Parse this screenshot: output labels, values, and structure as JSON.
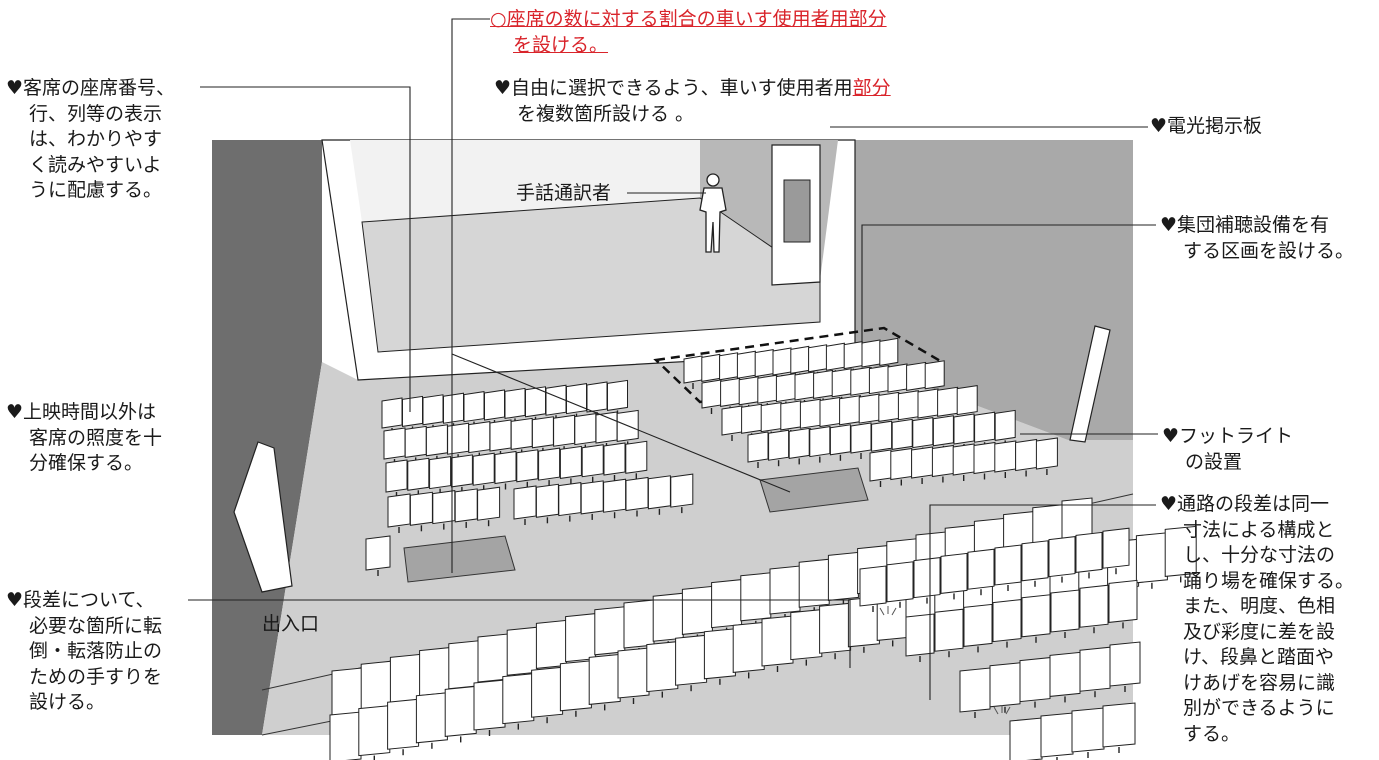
{
  "annotations": {
    "red_note": {
      "line1": "○座席の数に対する割合の車いす使用者用部分",
      "line2": "を設ける。"
    },
    "free_choice": {
      "line1_a": "♥自由に選択できるよう、車いす使用者用",
      "line1_b": "部分",
      "line2": "を複数箇所設ける 。"
    },
    "signage": {
      "lines": [
        "♥客席の座席番号、",
        "行、列等の表示",
        "は、わかりやす",
        "く読みやすいよ",
        "うに配慮する。"
      ]
    },
    "electric_board": {
      "text": "♥電光掲示板"
    },
    "interpreter": {
      "text": "手話通訳者"
    },
    "hearing_aid": {
      "lines": [
        "♥集団補聴設備を有",
        "する区画を設ける。"
      ]
    },
    "illumination": {
      "lines": [
        "♥上映時間以外は",
        "客席の照度を十",
        "分確保する。"
      ]
    },
    "footlight": {
      "lines": [
        "♥フットライト",
        "の設置"
      ]
    },
    "steps": {
      "lines": [
        "♥通路の段差は同一",
        "寸法による構成と",
        "し、十分な寸法の",
        "踊り場を確保する。",
        "また、明度、色相",
        "及び彩度に差を設",
        "け、段鼻と踏面や",
        "けあげを容易に識",
        "別ができるように",
        "する。"
      ]
    },
    "handrail": {
      "lines": [
        "♥段差について、",
        "必要な箇所に転",
        "倒・転落防止の",
        "ための手すりを",
        "設ける。"
      ]
    },
    "entrance": {
      "text": "出入口"
    }
  },
  "colors": {
    "accent_red": "#d9242b",
    "wall_dark": "#6e6e6e",
    "wall_mid": "#a9a9a9",
    "floor": "#cfcfcf",
    "stage": "#d6d6d6",
    "wheelchair_space": "#a4a4a4",
    "seat": "#ffffff"
  }
}
